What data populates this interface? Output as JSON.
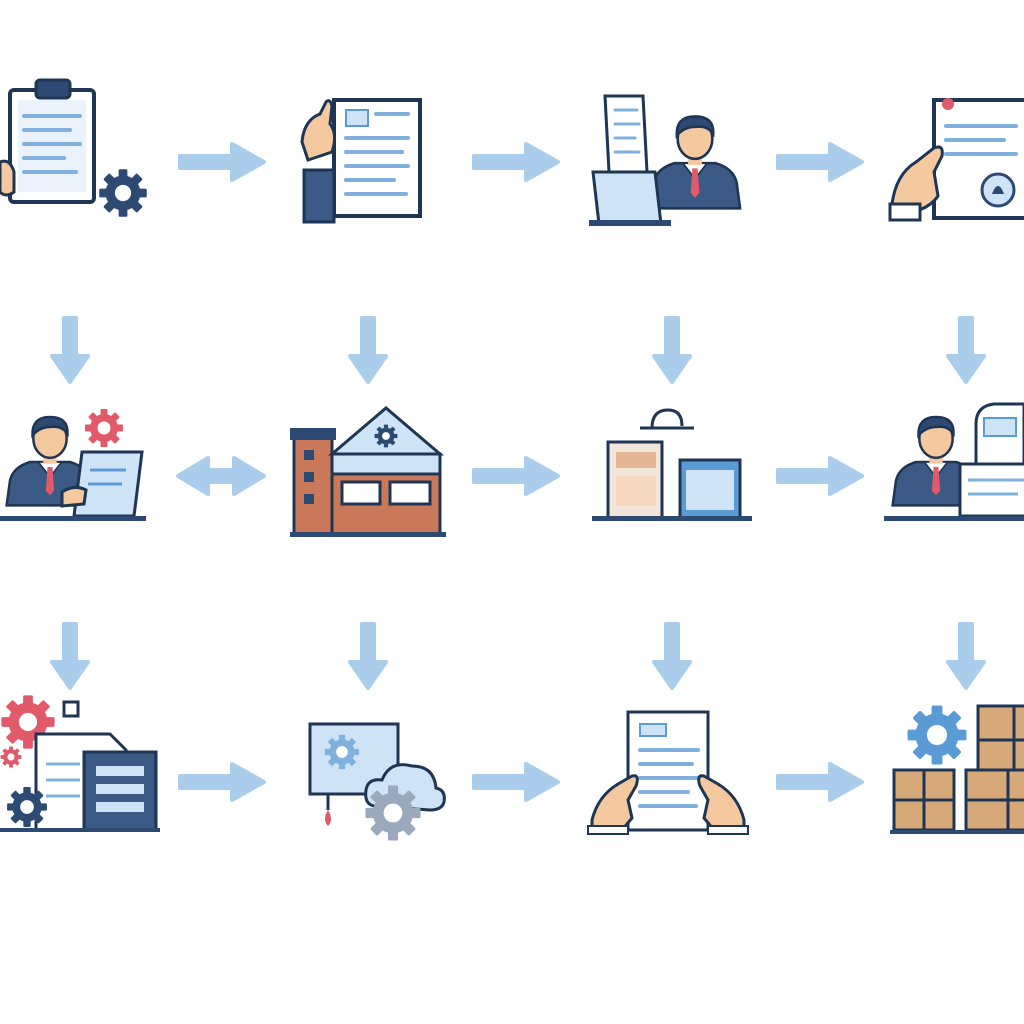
{
  "diagram": {
    "steps": [
      {
        "id": "s1",
        "icon": "clipboard-gear-icon"
      },
      {
        "id": "s2",
        "icon": "hand-document-icon"
      },
      {
        "id": "s3",
        "icon": "businessman-laptop-icon"
      },
      {
        "id": "s4",
        "icon": "hand-certificate-icon"
      },
      {
        "id": "s5",
        "icon": "businessman-tablet-icon"
      },
      {
        "id": "s6",
        "icon": "factory-icon"
      },
      {
        "id": "s7",
        "icon": "storage-screens-icon"
      },
      {
        "id": "s8",
        "icon": "businessman-printer-icon"
      },
      {
        "id": "s9",
        "icon": "gears-files-icon"
      },
      {
        "id": "s10",
        "icon": "screen-cloud-gear-icon"
      },
      {
        "id": "s11",
        "icon": "hands-document-icon"
      },
      {
        "id": "s12",
        "icon": "gear-boxes-icon"
      }
    ],
    "connectors": [
      {
        "from": "s1",
        "to": "s2",
        "style": "one-way"
      },
      {
        "from": "s2",
        "to": "s3",
        "style": "one-way"
      },
      {
        "from": "s3",
        "to": "s4",
        "style": "one-way"
      },
      {
        "from": "s1",
        "to": "s5",
        "style": "one-way"
      },
      {
        "from": "s2",
        "to": "s6",
        "style": "one-way"
      },
      {
        "from": "s3",
        "to": "s7",
        "style": "one-way"
      },
      {
        "from": "s4",
        "to": "s8",
        "style": "one-way"
      },
      {
        "from": "s5",
        "to": "s6",
        "style": "two-way"
      },
      {
        "from": "s6",
        "to": "s7",
        "style": "one-way"
      },
      {
        "from": "s7",
        "to": "s8",
        "style": "one-way"
      },
      {
        "from": "s5",
        "to": "s9",
        "style": "one-way"
      },
      {
        "from": "s6",
        "to": "s10",
        "style": "one-way"
      },
      {
        "from": "s7",
        "to": "s11",
        "style": "one-way"
      },
      {
        "from": "s8",
        "to": "s12",
        "style": "one-way"
      },
      {
        "from": "s9",
        "to": "s10",
        "style": "one-way"
      },
      {
        "from": "s10",
        "to": "s11",
        "style": "one-way"
      },
      {
        "from": "s11",
        "to": "s12",
        "style": "one-way"
      }
    ],
    "colors": {
      "outline": "#1f3554",
      "navy": "#2d4a72",
      "light_blue": "#cfe3f6",
      "mid_blue": "#5b9bd5",
      "arrow": "#a9cdeb",
      "skin": "#f5c9a0",
      "red": "#e05a6a",
      "brick": "#c9795a",
      "cardboard": "#d7a878"
    }
  }
}
